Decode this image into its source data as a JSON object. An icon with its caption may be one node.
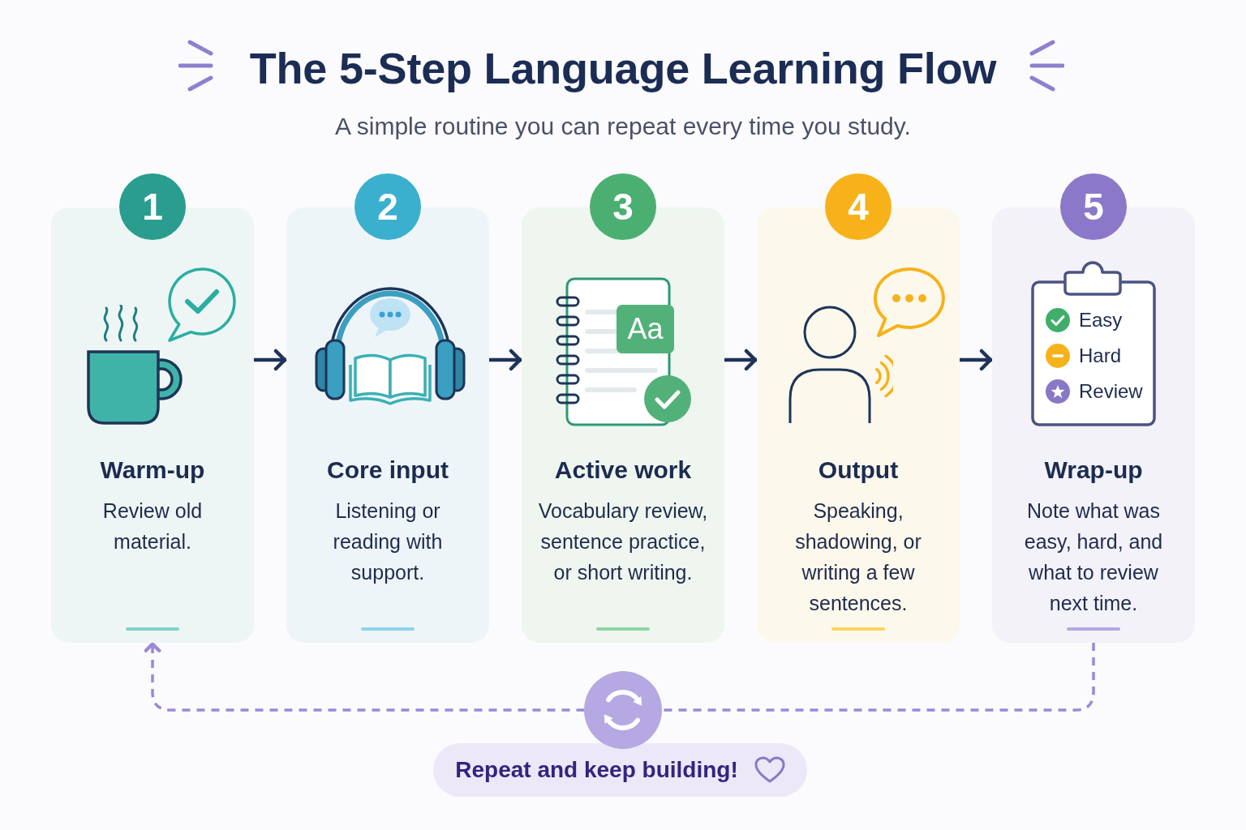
{
  "diagram": {
    "title": "The 5-Step Language Learning Flow",
    "nodes": [
      {
        "text": [
          "1",
          "Warm-up",
          "Review old material."
        ]
      },
      {
        "text": [
          "2",
          "Core input",
          "Listening or reading with support."
        ]
      },
      {
        "text": [
          "3",
          "Aa",
          "Active work",
          "Vocabulary review, sentence practice, or short writing."
        ]
      },
      {
        "text": [
          "4",
          "Output",
          "Speaking, shadowing, or writing a few sentences."
        ]
      },
      {
        "text": [
          "5",
          "Easy",
          "Hard",
          "Review",
          "Wrap-up",
          "Note what was easy, hard, and what to review next time."
        ]
      },
      {
        "text": [
          "Repeat and keep building!"
        ]
      }
    ],
    "edges": [
      {
        "from": 0,
        "to": 1,
        "arrow": "to"
      },
      {
        "from": 1,
        "to": 2,
        "arrow": "to"
      },
      {
        "from": 2,
        "to": 3,
        "arrow": "to"
      },
      {
        "from": 3,
        "to": 4,
        "arrow": "to"
      },
      {
        "from": 4,
        "to": 0,
        "arrow": "to",
        "style": "dashed",
        "color": "#9b88d8"
      }
    ],
    "labels": [
      "A simple routine you can repeat every time you study."
    ]
  }
}
